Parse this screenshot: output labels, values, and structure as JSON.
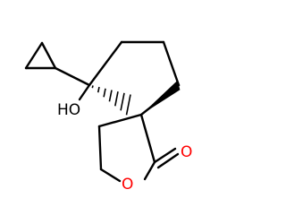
{
  "molecule": {
    "label_hydroxyl": "HO",
    "label_ring_oxygen": "O",
    "label_carbonyl_oxygen": "O",
    "colors": {
      "bond": "#000000",
      "oxygen": "#ff0000"
    }
  }
}
